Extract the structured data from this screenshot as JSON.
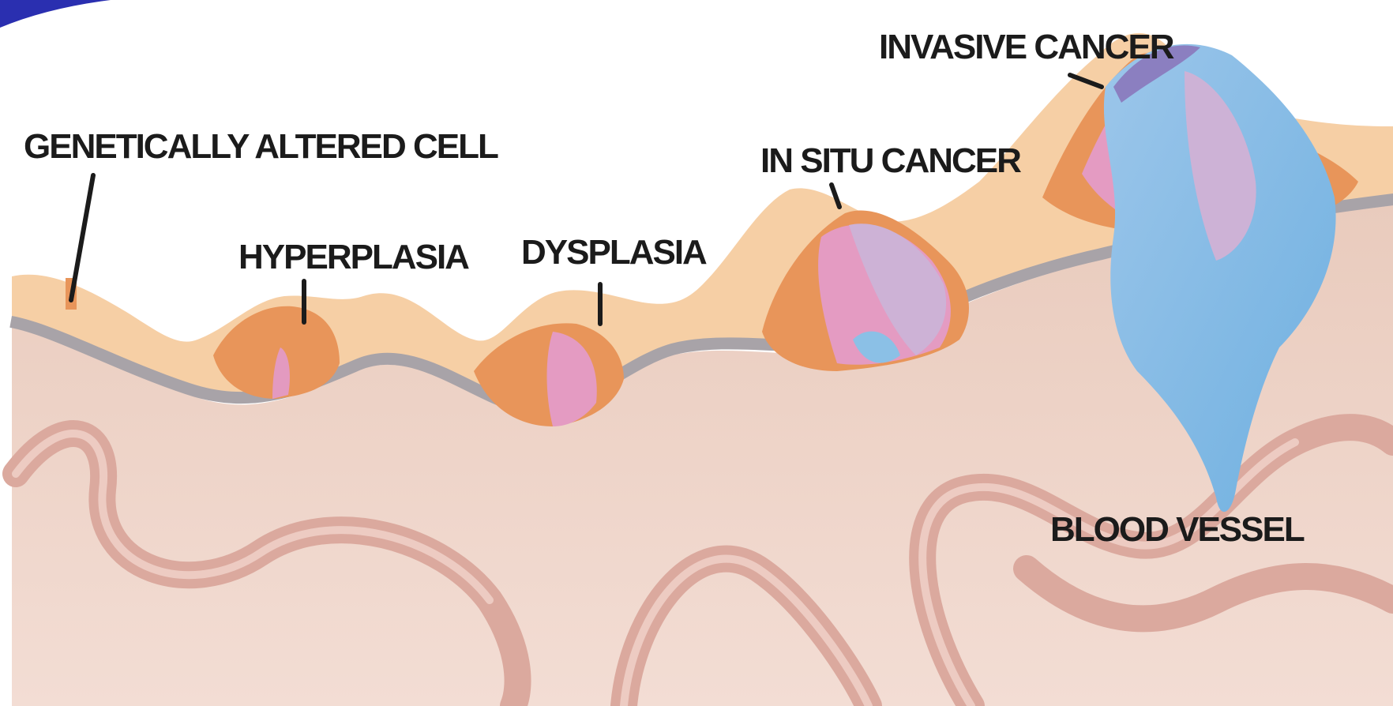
{
  "labels": {
    "genetically_altered_cell": "GENETICALLY ALTERED CELL",
    "hyperplasia": "HYPERPLASIA",
    "dysplasia": "DYSPLASIA",
    "in_situ_cancer": "IN SITU CANCER",
    "invasive_cancer": "INVASIVE CANCER",
    "blood_vessel": "BLOOD VESSEL"
  },
  "colors": {
    "epithelium": "#f5cfa6",
    "basement_membrane": "#a9a4a8",
    "stroma": "#ecd2c8",
    "vessel": "#dca59a",
    "altered_cell": "#e8955a",
    "dysplastic": "#e49bc2",
    "in_situ": "#cdb2d6",
    "invasive": "#8bc0e6"
  }
}
